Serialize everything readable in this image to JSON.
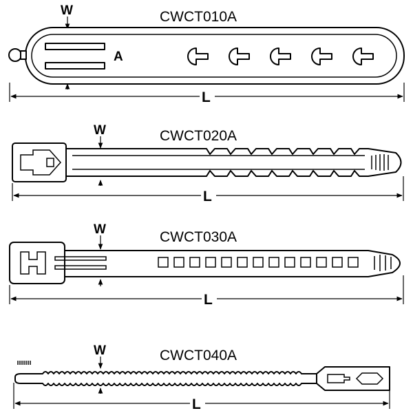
{
  "ties": [
    {
      "model": "CWCT010A",
      "width_label": "W",
      "length_label": "L",
      "slot_label": "A"
    },
    {
      "model": "CWCT020A",
      "width_label": "W",
      "length_label": "L"
    },
    {
      "model": "CWCT030A",
      "width_label": "W",
      "length_label": "L"
    },
    {
      "model": "CWCT040A",
      "width_label": "W",
      "length_label": "L"
    }
  ]
}
